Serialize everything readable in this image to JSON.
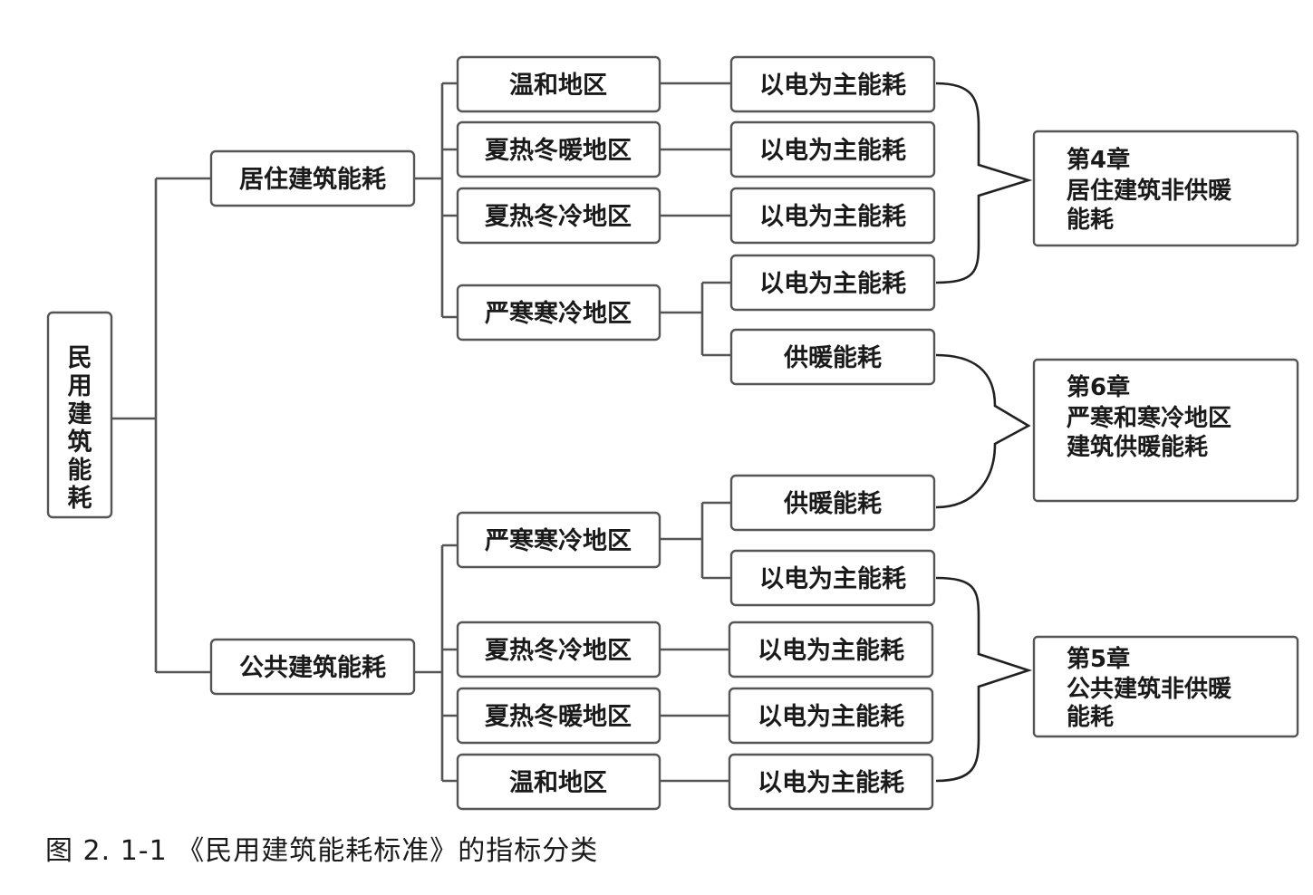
{
  "root": {
    "label": "民用建筑能耗",
    "chars": [
      "民",
      "用",
      "建",
      "筑",
      "能",
      "耗"
    ]
  },
  "level1": {
    "residential": "居住建筑能耗",
    "public": "公共建筑能耗"
  },
  "residential_regions": {
    "mild": "温和地区",
    "hot_summer_warm_winter": "夏热冬暖地区",
    "hot_summer_cold_winter": "夏热冬冷地区",
    "severe_cold": "严寒寒冷地区"
  },
  "public_regions": {
    "severe_cold": "严寒寒冷地区",
    "hot_summer_cold_winter": "夏热冬冷地区",
    "hot_summer_warm_winter": "夏热冬暖地区",
    "mild": "温和地区"
  },
  "energy": {
    "electric": "以电为主能耗",
    "heating": "供暖能耗"
  },
  "chapters": {
    "ch4": [
      "第4章",
      "居住建筑非供暖",
      "能耗"
    ],
    "ch6": [
      "第6章",
      "严寒和寒冷地区",
      "建筑供暖能耗"
    ],
    "ch5": [
      "第5章",
      "公共建筑非供暖",
      "能耗"
    ]
  },
  "caption": "图 2. 1-1 《民用建筑能耗标准》的指标分类"
}
